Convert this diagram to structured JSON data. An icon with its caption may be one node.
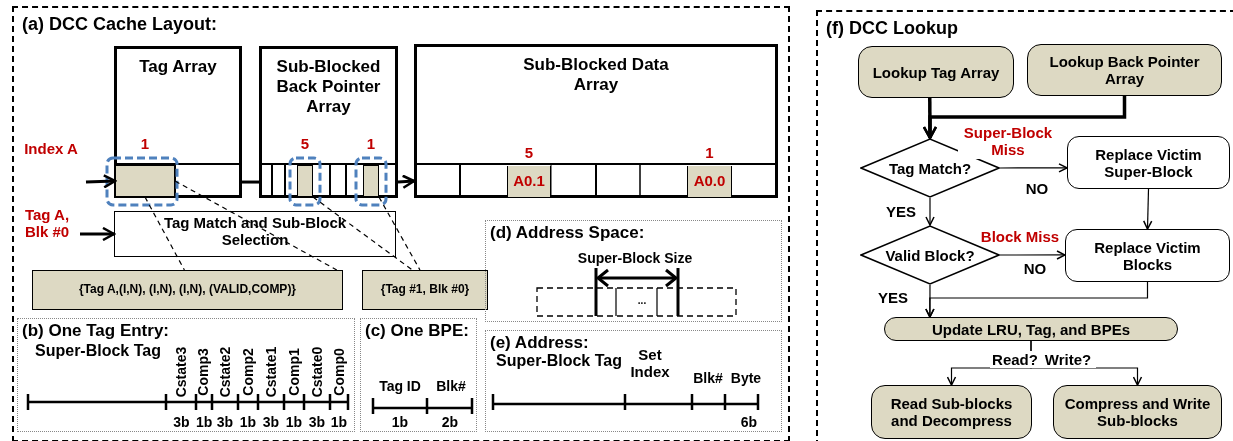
{
  "diagram": {
    "nodes": [
      {
        "text": [
          "(a) DCC Cache Layout:"
        ]
      },
      {
        "text": [
          "Tag Array"
        ],
        "in": 0
      },
      {
        "text": [
          "Sub-Blocked Back Pointer Array"
        ],
        "in": 0
      },
      {
        "text": [
          "Sub-Blocked Data Array"
        ],
        "in": 0
      },
      {
        "text": [],
        "shape": "box",
        "in": 1,
        "beside": [
          "1"
        ]
      },
      {
        "text": [],
        "shape": "box",
        "in": 2,
        "beside": [
          "5"
        ]
      },
      {
        "text": [],
        "shape": "box",
        "in": 2,
        "beside": [
          "1"
        ]
      },
      {
        "text": [
          "A0.1"
        ],
        "in": 3,
        "beside": [
          "5"
        ]
      },
      {
        "text": [
          "A0.0"
        ],
        "in": 3,
        "beside": [
          "1"
        ]
      },
      {
        "text": [
          "Tag Match and Sub-Block Selection"
        ],
        "in": 0
      },
      {
        "text": [
          "{Tag A,(I,N), (I,N), (I,N), (VALID,COMP)}"
        ],
        "in": 0
      },
      {
        "text": [
          "{Tag #1, Blk #0}"
        ],
        "in": 0
      },
      {
        "text": [
          "(b) One Tag Entry:"
        ],
        "in": 0
      },
      {
        "text": [
          "(c) One BPE:"
        ],
        "in": 0
      },
      {
        "text": [
          "(d) Address Space:"
        ],
        "in": 0
      },
      {
        "text": [
          "(e) Address:"
        ],
        "in": 0
      },
      {
        "text": [
          "(f) DCC Lookup"
        ]
      },
      {
        "text": [
          "Lookup Tag Array"
        ],
        "in": 16
      },
      {
        "text": [
          "Lookup Back Pointer Array"
        ],
        "in": 16
      },
      {
        "text": [
          "Tag Match?"
        ],
        "in": 16
      },
      {
        "text": [
          "Replace Victim Super-Block"
        ],
        "in": 16
      },
      {
        "text": [
          "Valid Block?"
        ],
        "in": 16
      },
      {
        "text": [
          "Replace Victim Blocks"
        ],
        "in": 16
      },
      {
        "text": [
          "Update LRU, Tag, and BPEs"
        ],
        "in": 16
      },
      {
        "text": [
          "Read Sub-blocks and Decompress"
        ],
        "in": 16
      },
      {
        "text": [
          "Compress and Write Sub-blocks"
        ],
        "in": 16
      }
    ],
    "edges": [
      {
        "from": null,
        "to": 4,
        "arrow": "to",
        "label": "Index A"
      },
      {
        "from": null,
        "to": 9,
        "arrow": "to",
        "label": "Tag A, Blk #0"
      },
      {
        "from": 1,
        "to": 2,
        "arrow": "none"
      },
      {
        "from": 2,
        "to": 3,
        "arrow": "to"
      },
      {
        "from": 4,
        "to": 10,
        "arrow": "none",
        "style": "dashed"
      },
      {
        "from": 4,
        "to": 10,
        "arrow": "none",
        "style": "dashed"
      },
      {
        "from": 5,
        "to": 11,
        "arrow": "none",
        "style": "dashed"
      },
      {
        "from": 6,
        "to": 11,
        "arrow": "none",
        "style": "dashed"
      },
      {
        "from": 17,
        "to": 19,
        "arrow": "to",
        "style": "thick"
      },
      {
        "from": 18,
        "to": 19,
        "arrow": "to",
        "style": "thick"
      },
      {
        "from": 19,
        "to": 20,
        "arrow": "to",
        "label": "NO"
      },
      {
        "from": 19,
        "to": 21,
        "arrow": "to",
        "label": "YES"
      },
      {
        "from": 20,
        "to": 22,
        "arrow": "to"
      },
      {
        "from": 21,
        "to": 22,
        "arrow": "to",
        "label": "NO"
      },
      {
        "from": 21,
        "to": 23,
        "arrow": "to",
        "label": "YES"
      },
      {
        "from": 22,
        "to": 23,
        "arrow": "to"
      },
      {
        "from": 23,
        "to": 24,
        "arrow": "to",
        "label": "Read?"
      },
      {
        "from": 23,
        "to": 25,
        "arrow": "to",
        "label": "Write?"
      }
    ],
    "labels": [
      "Super-Block Miss",
      "Block Miss",
      "Super-Block Size",
      "...",
      "Super-Block Tag",
      "Cstate3",
      "Comp3",
      "Cstate2",
      "Comp2",
      "Cstate1",
      "Comp1",
      "Cstate0",
      "Comp0",
      "3b",
      "1b",
      "3b",
      "1b",
      "3b",
      "1b",
      "3b",
      "1b",
      "Tag ID",
      "Blk#",
      "1b",
      "2b",
      "Super-Block Tag",
      "Set Index",
      "Blk#",
      "Byte",
      "6b"
    ]
  }
}
